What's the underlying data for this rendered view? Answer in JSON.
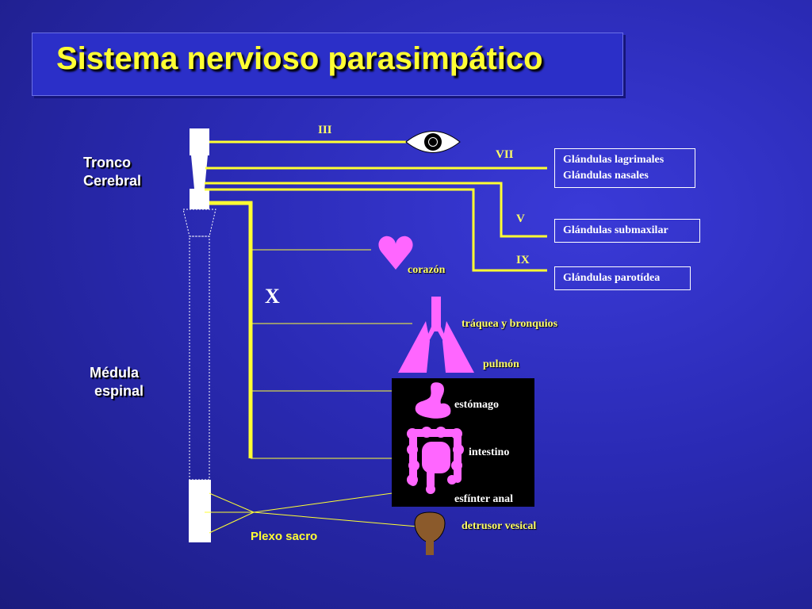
{
  "title": "Sistema nervioso parasimpático",
  "regions": {
    "brainstem_line1": "Tronco",
    "brainstem_line2": "Cerebral",
    "spinal_line1": "Médula",
    "spinal_line2": "espinal"
  },
  "nerves": {
    "iii": "III",
    "vii": "VII",
    "v": "V",
    "ix": "IX",
    "x": "X"
  },
  "glands": {
    "lacrimal": "Glándulas lagrimales",
    "nasal": "Glándulas nasales",
    "submaxilar": "Glándulas submaxilar",
    "parotid": "Glándulas parotídea"
  },
  "organs": {
    "heart": "corazón",
    "trachea": "tráquea y bronquios",
    "lung": "pulmón",
    "stomach": "estómago",
    "intestine": "intestino",
    "anal_sphincter": "esfínter anal",
    "bladder": "detrusor vesical"
  },
  "plexus": "Plexo sacro",
  "colors": {
    "nerve_yellow": "#ffff33",
    "organ_pink": "#ff66ff",
    "bladder_brown": "#8b5a2b",
    "background": "#2a2ab4"
  },
  "icons": [
    "eye-icon",
    "heart-icon",
    "lungs-icon",
    "stomach-icon",
    "intestine-icon",
    "bladder-icon"
  ]
}
